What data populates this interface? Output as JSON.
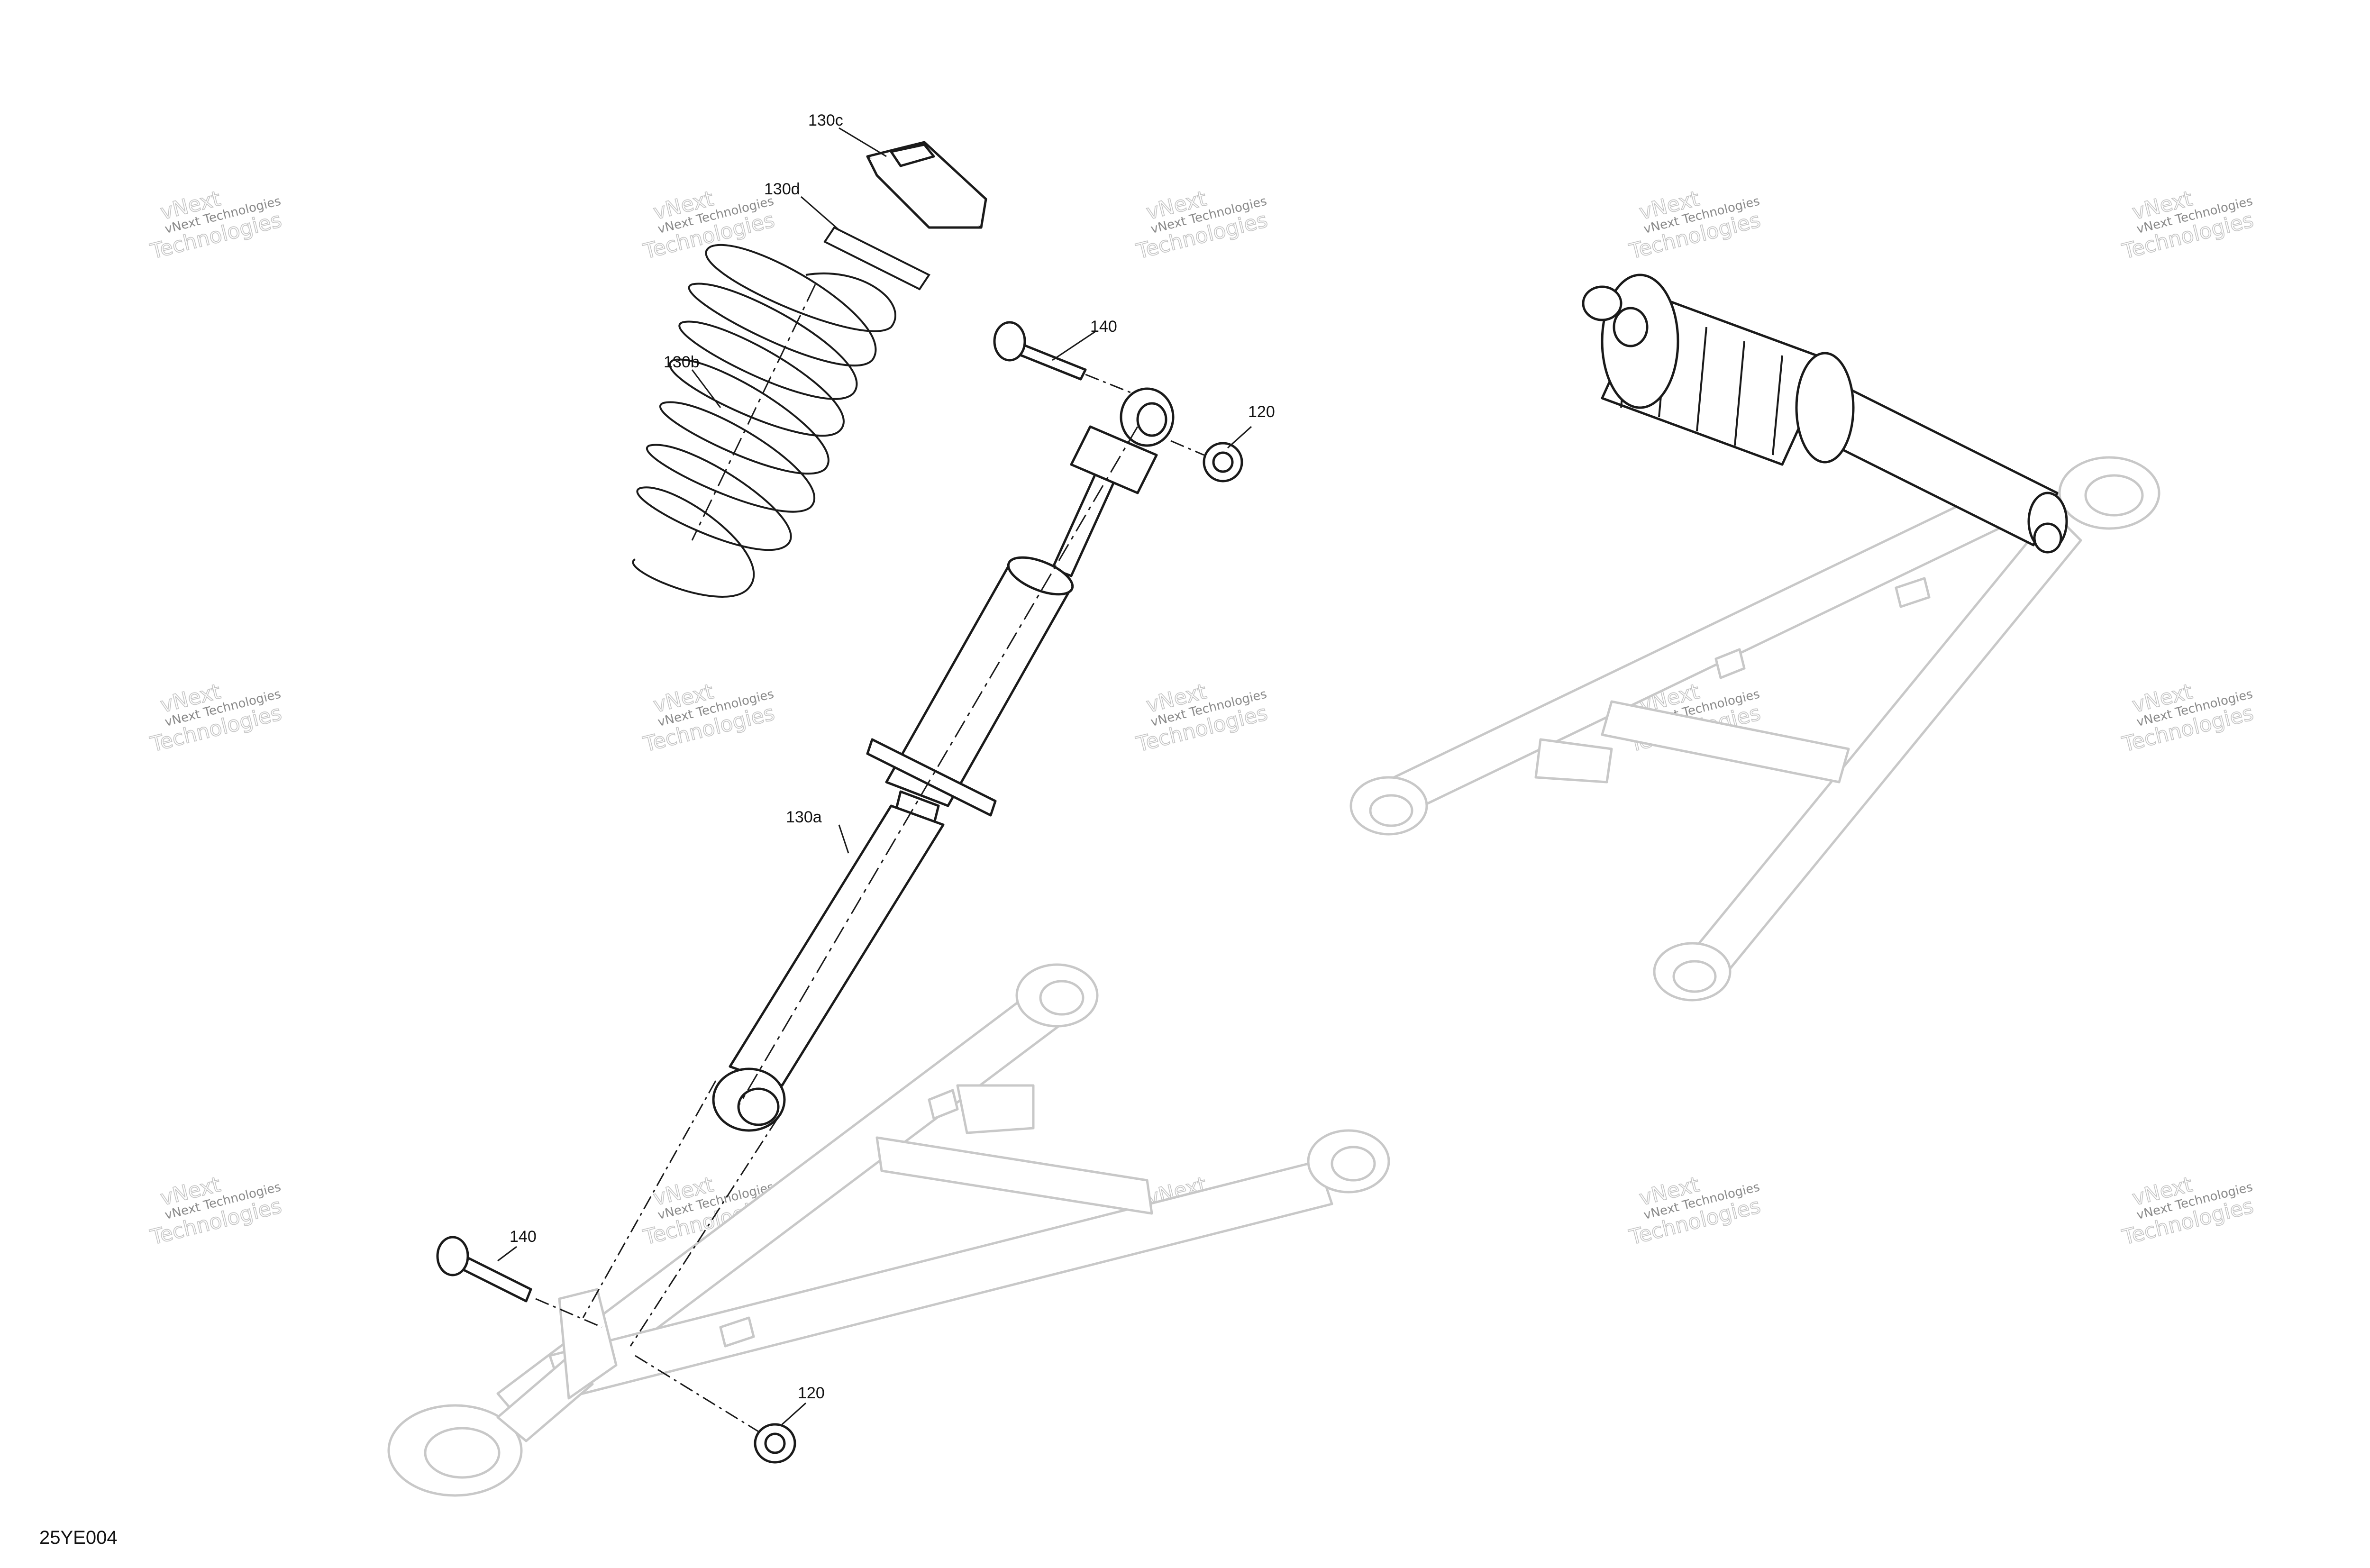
{
  "diagram_code": "25YE004",
  "callouts": {
    "spring_cap": "130c",
    "spring_seat": "130d",
    "spring": "130b",
    "shock_body": "130a",
    "upper_bolt": "140",
    "upper_nut": "120",
    "lower_bolt": "140",
    "lower_nut": "120"
  },
  "watermark": {
    "line1": "vNext Technologies",
    "line2": "vNext",
    "line3": "Technologies"
  },
  "colors": {
    "line": "#1a1a1a",
    "ghost": "#c8c8c8",
    "watermark": "#8a8a8a"
  }
}
